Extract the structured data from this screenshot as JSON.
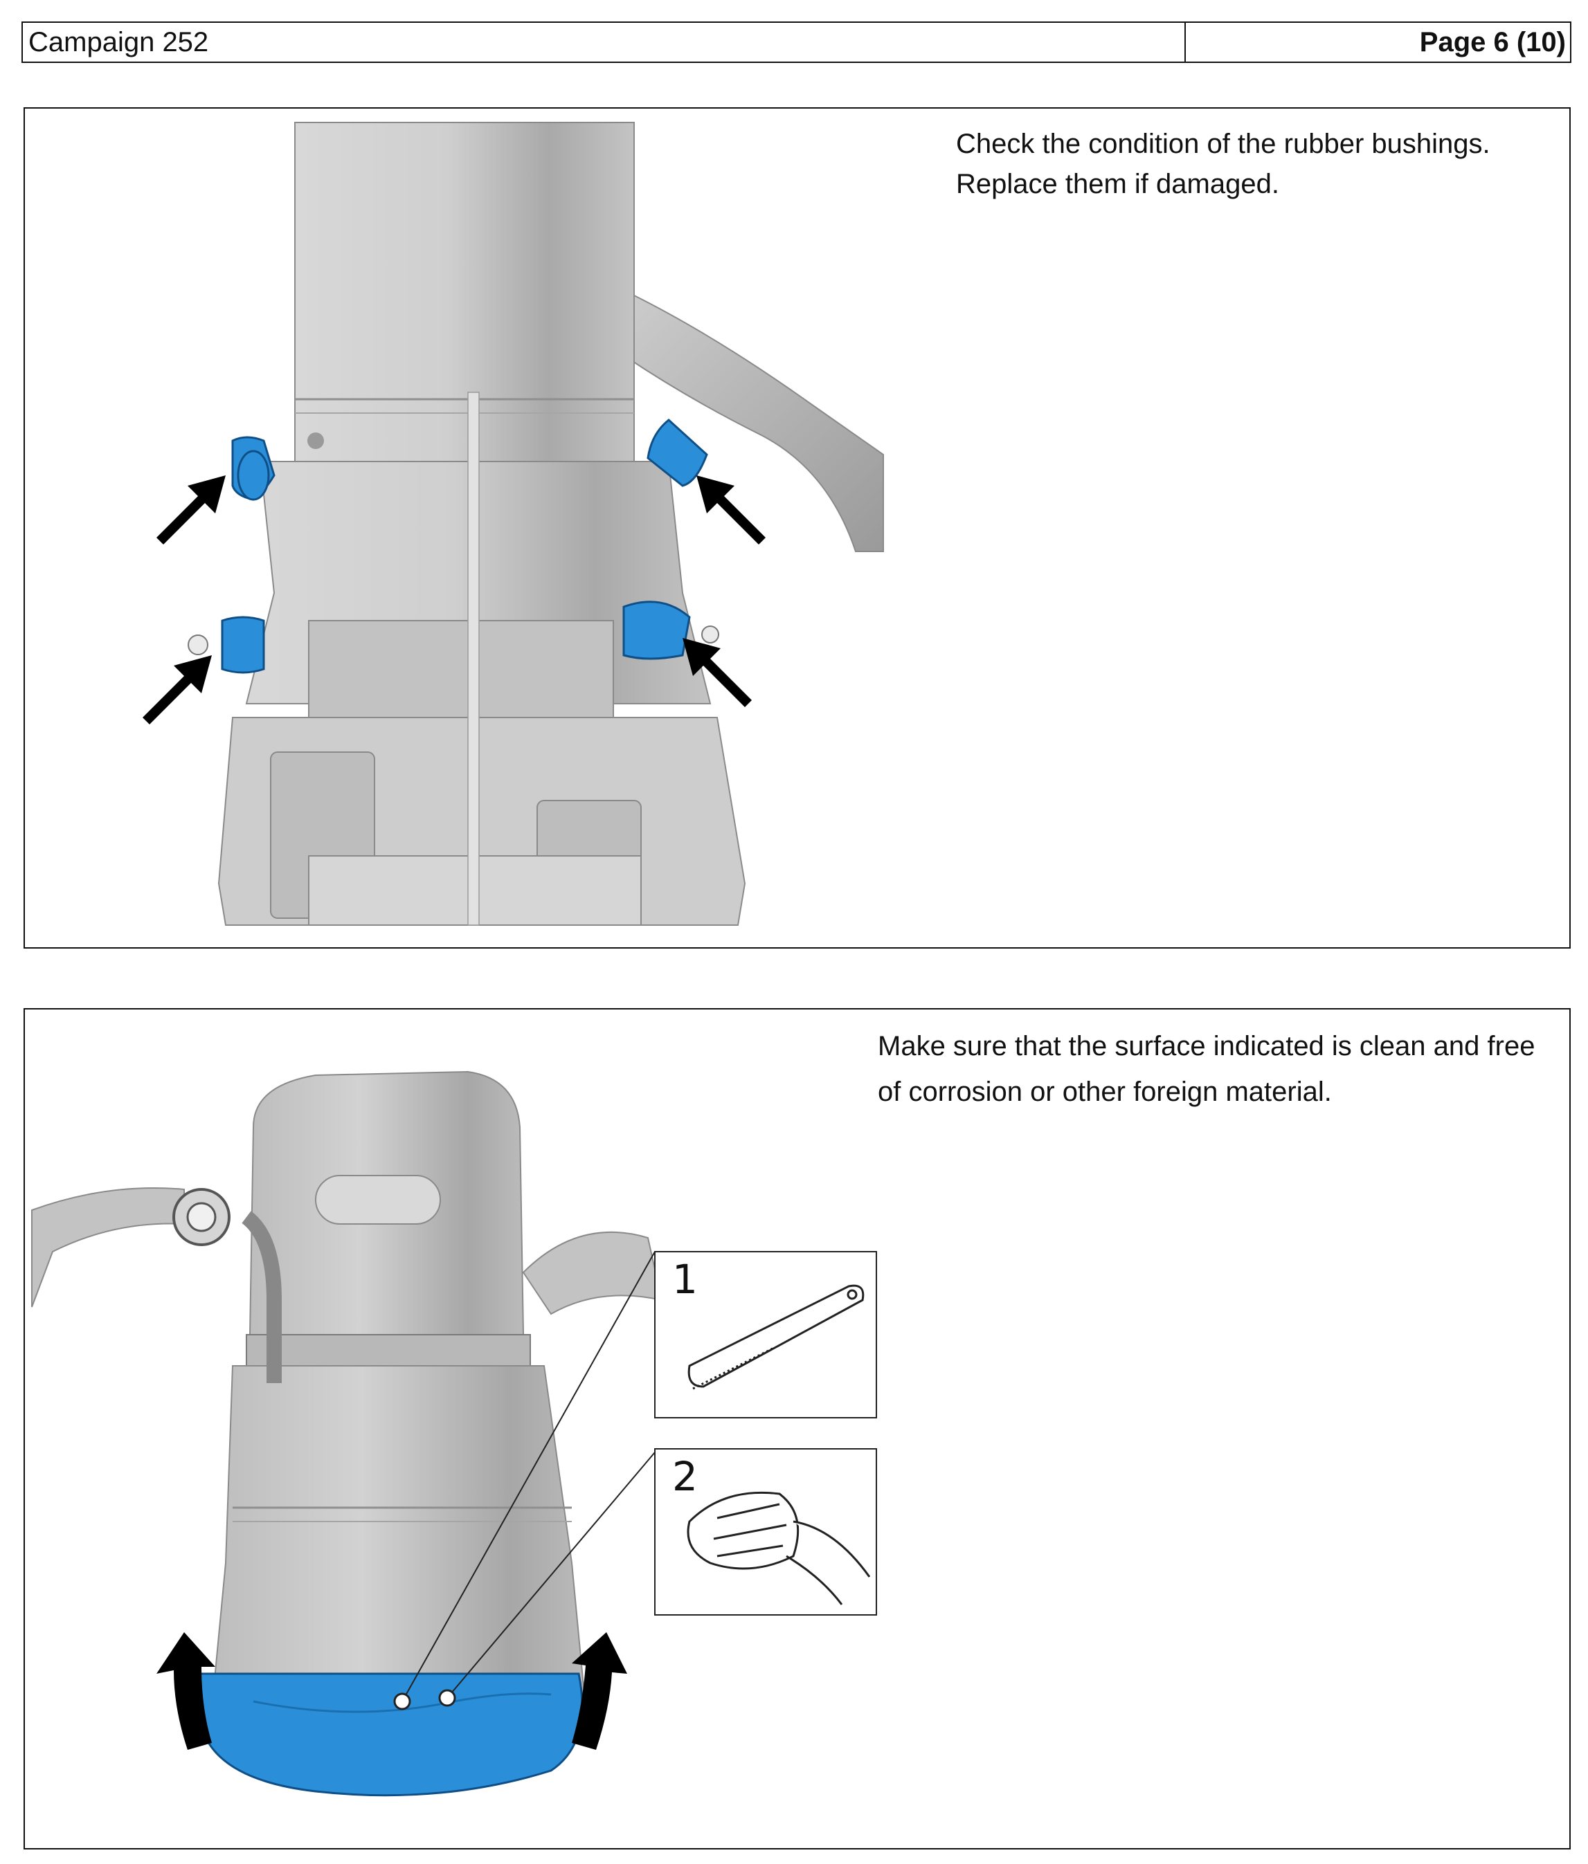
{
  "header": {
    "campaign": "Campaign 252",
    "page": "Page 6 (10)"
  },
  "steps": [
    {
      "text_lines": [
        "Check the condition of the rubber bushings.",
        "Replace them if damaged."
      ]
    },
    {
      "text_lines": [
        "Make sure that the surface indicated is clean and free",
        "of corrosion or other foreign material."
      ],
      "callouts": [
        {
          "number": "1",
          "icon": "wire-brush-icon"
        },
        {
          "number": "2",
          "icon": "hand-wiping-cloth-icon"
        }
      ]
    }
  ],
  "colors": {
    "highlight_blue": "#2a8fd8",
    "part_grey": "#c9c9c9",
    "arrow_black": "#000000"
  }
}
